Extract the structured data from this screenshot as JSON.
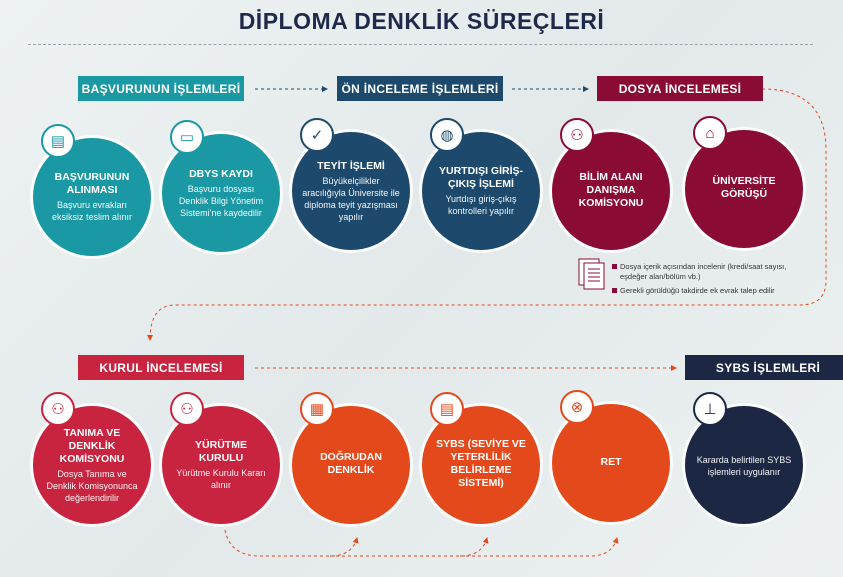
{
  "title": "DİPLOMA DENKLİK SÜREÇLERİ",
  "colors": {
    "teal": "#1a98a4",
    "blue": "#1d4a6c",
    "maroon": "#8a0c35",
    "crimson": "#c8243f",
    "orange": "#e4491c",
    "navy": "#1c2744"
  },
  "sections": {
    "basvuru": "BAŞVURUNUN İŞLEMLERİ",
    "on_inceleme": "ÖN İNCELEME İŞLEMLERİ",
    "dosya": "DOSYA İNCELEMESİ",
    "kurul": "KURUL İNCELEMESİ",
    "sybs": "SYBS İŞLEMLERİ"
  },
  "steps": [
    {
      "title": "BAŞVURUNUN ALINMASI",
      "desc": "Başvuru evrakları eksiksiz teslim alınır",
      "icon": "document-icon"
    },
    {
      "title": "DBYS KAYDI",
      "desc": "Başvuru dosyası Denklik Bilgi Yönetim Sistemi'ne kaydedilir",
      "icon": "monitor-icon"
    },
    {
      "title": "TEYİT İŞLEMİ",
      "desc": "Büyükelçilikler aracılığıyla Üniversite ile diploma teyit yazışması yapılır",
      "icon": "verified-document-icon"
    },
    {
      "title": "YURTDIŞI GİRİŞ-ÇIKIŞ İŞLEMİ",
      "desc": "Yurtdışı giriş-çıkış kontrolleri yapılır",
      "icon": "passport-icon"
    },
    {
      "title": "BİLİM ALANI DANIŞMA KOMİSYONU",
      "desc": "",
      "icon": "people-icon"
    },
    {
      "title": "ÜNİVERSİTE GÖRÜŞÜ",
      "desc": "",
      "icon": "university-icon"
    },
    {
      "title": "TANIMA VE DENKLİK KOMİSYONU",
      "desc": "Dosya Tanıma ve Denklik Komisyonunca değerlendirilir",
      "icon": "people-icon"
    },
    {
      "title": "YÜRÜTME KURULU",
      "desc": "Yürütme Kurulu Kararı alınır",
      "icon": "people-icon"
    },
    {
      "title": "DOĞRUDAN DENKLİK",
      "desc": "",
      "icon": "certificate-icon"
    },
    {
      "title": "SYBS (SEVİYE VE YETERLİLİK BELİRLEME SİSTEMİ)",
      "desc": "",
      "icon": "document-icon"
    },
    {
      "title": "RET",
      "desc": "",
      "icon": "rejected-document-icon"
    },
    {
      "title": "",
      "desc": "Kararda belirtilen SYBS işlemleri uygulanır",
      "icon": "stamp-icon"
    }
  ],
  "notes": [
    "Dosya içerik açısından incelenir (kredi/saat sayısı, eşdeğer alan/bölüm vb.)",
    "Gerekli görüldüğü takdirde ek evrak talep edilir"
  ]
}
